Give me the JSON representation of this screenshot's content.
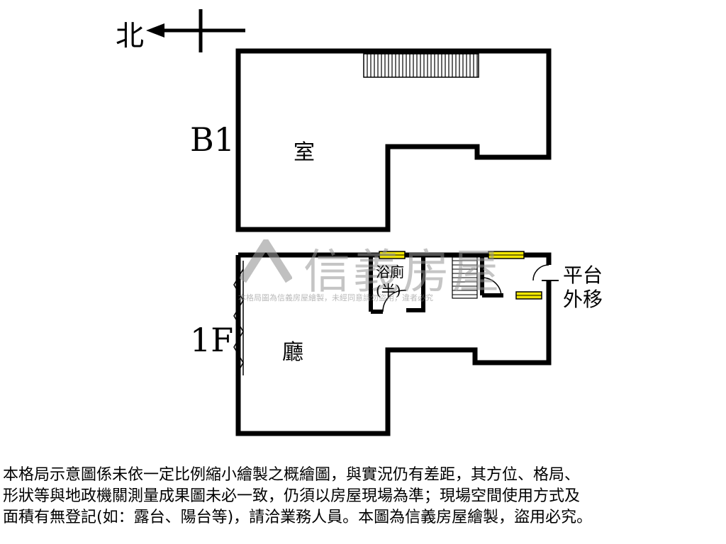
{
  "compass": {
    "label": "北"
  },
  "floors": {
    "b1": {
      "label": "B1",
      "room": "室"
    },
    "f1": {
      "label": "1F",
      "room": "廳",
      "bathroom_line1": "浴廁",
      "bathroom_line2": "(半)"
    }
  },
  "platform_note": {
    "line1": "平台",
    "line2": "外移"
  },
  "watermark": {
    "text": "信義房屋",
    "subtext": "本格局圖為信義房屋繪製，未經同意請勿盜用，違者必究"
  },
  "disclaimer": {
    "lines": [
      "本格局示意圖係未依一定比例縮小繪製之概繪圖，與實況仍有差距，其方位、格局、",
      "形狀等與地政機關測量成果圖未必一致，仍須以房屋現場為準；現場空間使用方式及",
      "面積有無登記(如：露台、陽台等)，請洽業務人員。本圖為信義房屋繪製，盜用必究。"
    ]
  },
  "colors": {
    "walls": "#000000",
    "window_fill": "#f2e600",
    "watermark": "#969696"
  }
}
